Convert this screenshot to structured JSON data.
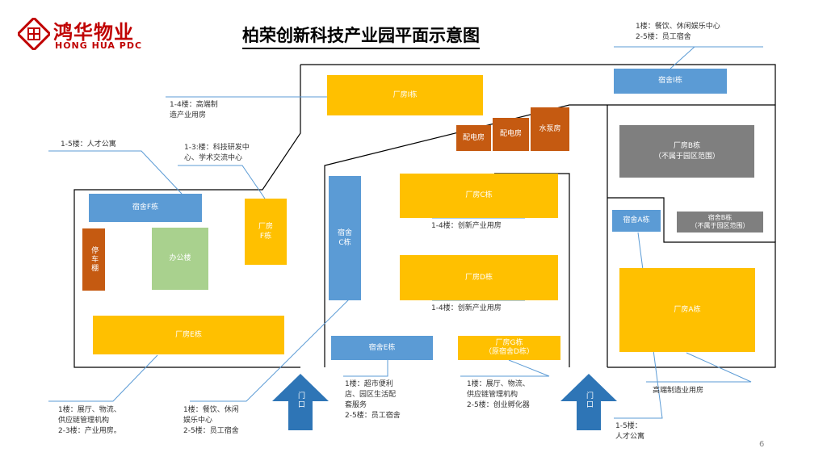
{
  "brand": {
    "cn": "鸿华物业",
    "en": "HONG HUA PDC",
    "color": "#C00000"
  },
  "title": "柏荣创新科技产业园平面示意图",
  "page_number": "6",
  "colors": {
    "factory": "#FFC000",
    "dorm": "#5B9BD5",
    "excluded": "#7F7F7F",
    "utility": "#C55A11",
    "office": "#A9D18E"
  },
  "buildings": {
    "factory_i": "厂房I栋",
    "dorm_i": "宿舍I栋",
    "power1": "配电房",
    "power2": "配电房",
    "pump": "水泵房",
    "factory_b": "厂房B栋\n（不属于园区范围）",
    "dorm_f": "宿舍F栋",
    "factory_c": "厂房C栋",
    "dorm_c": "宿舍\nC栋",
    "factory_f": "厂房\nF栋",
    "dorm_a": "宿舍A栋",
    "dorm_b": "宿舍B栋\n（不属于园区范围）",
    "parking": "停车棚",
    "office": "办公楼",
    "factory_d": "厂房D栋",
    "factory_a": "厂房A栋",
    "factory_e": "厂房E栋",
    "dorm_e": "宿舍E栋",
    "factory_g": "厂房G栋\n（原宿舍D栋）"
  },
  "notes": {
    "top_right": "1楼：餐饮、休闲娱乐中心\n2-5楼：员工宿舍",
    "i_building": "1-4楼：高端制\n造产业用房",
    "f_dorm": "1-5楼：人才公寓",
    "f_factory": "1-3:楼：科技研发中\n心、学术交流中心",
    "c_factory": "1-4楼：创新产业用房",
    "d_factory": "1-4楼：创新产业用房",
    "a_factory": "高端制造业用房",
    "e_factory": "1楼：展厅、物流、\n供应链管理机构\n2-3楼：产业用房。",
    "c_dorm": "1楼：餐饮、休闲\n娱乐中心\n2-5楼：员工宿舍",
    "e_dorm": "1楼：超市便利\n店、园区生活配\n套服务\n2-5楼：员工宿舍",
    "g_factory": "1楼：展厅、物流、\n供应链管理机构\n2-5楼：创业孵化器",
    "a_dorm": "1-5楼：\n人才公寓"
  },
  "gates": {
    "left": "门口",
    "right": "门口"
  }
}
